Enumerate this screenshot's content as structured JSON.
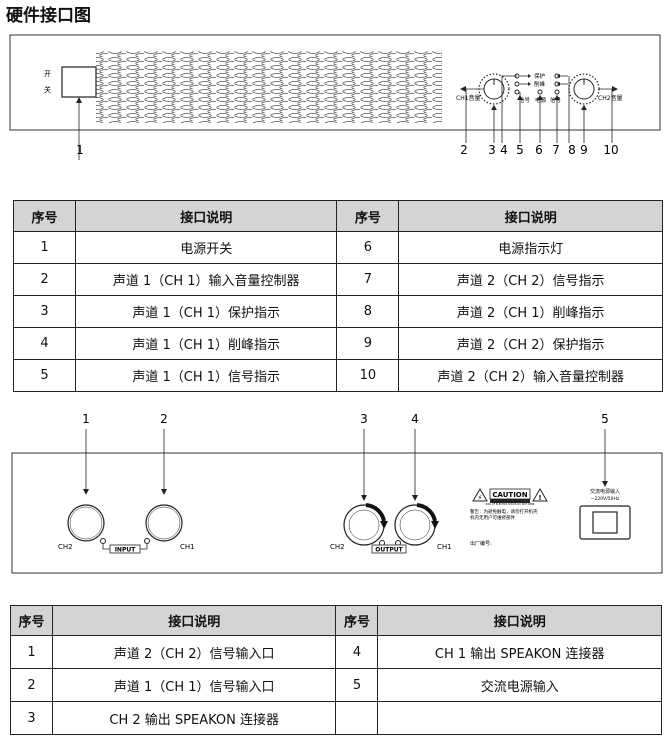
{
  "title": "硬件接口图",
  "front_panel": {
    "switch_label_1": "开",
    "switch_label_2": "关",
    "ch1_volume_label": "CH1音量",
    "ch2_volume_label": "CH2音量",
    "led_labels": [
      "保护",
      "削峰",
      "信号",
      "电源",
      "信号"
    ],
    "callouts": [
      "1",
      "2",
      "3",
      "4",
      "5",
      "6",
      "7",
      "8",
      "9",
      "10"
    ]
  },
  "table1": {
    "headers": [
      "序号",
      "接口说明",
      "序号",
      "接口说明"
    ],
    "rows": [
      [
        "1",
        "电源开关",
        "6",
        "电源指示灯"
      ],
      [
        "2",
        "声道 1（CH 1）输入音量控制器",
        "7",
        "声道 2（CH 2）信号指示"
      ],
      [
        "3",
        "声道 1（CH 1）保护指示",
        "8",
        "声道 2（CH 1）削峰指示"
      ],
      [
        "4",
        "声道 1（CH 1）削峰指示",
        "9",
        "声道 2（CH 2）保护指示"
      ],
      [
        "5",
        "声道 1（CH 1）信号指示",
        "10",
        "声道 2（CH 2）输入音量控制器"
      ]
    ]
  },
  "rear_panel": {
    "callouts": [
      "1",
      "2",
      "3",
      "4",
      "5"
    ],
    "ch2_label": "CH2",
    "ch1_label": "CH1",
    "input_label": "INPUT",
    "output_label": "OUTPUT",
    "caution_label": "CAUTION",
    "caution_sub": "RISK OF ELECTRIC SHOCK DO NOT OPEN",
    "caution_text_1": "警告：为避免触电，请勿打开机壳",
    "caution_text_2": "机内无用户可维修部件",
    "serial_label": "出厂编号:",
    "ac_label_1": "交流电源输入",
    "ac_label_2": "~220V/50Hz"
  },
  "table2": {
    "headers": [
      "序号",
      "接口说明",
      "序号",
      "接口说明"
    ],
    "rows": [
      [
        "1",
        "声道 2（CH 2）信号输入口",
        "4",
        "CH 1 输出 SPEAKON 连接器"
      ],
      [
        "2",
        "声道 1（CH 1）信号输入口",
        "5",
        "交流电源输入"
      ],
      [
        "3",
        "CH 2 输出 SPEAKON 连接器",
        "",
        ""
      ]
    ]
  }
}
